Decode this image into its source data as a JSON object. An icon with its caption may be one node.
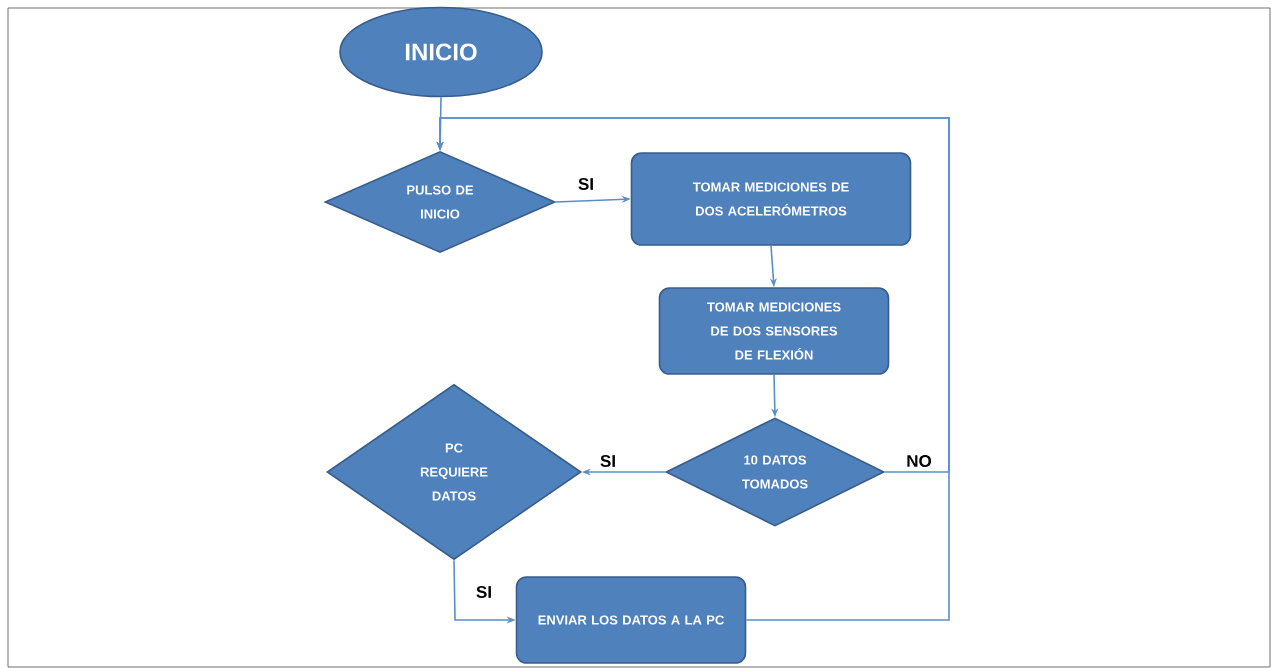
{
  "diagram": {
    "nodes": [
      {
        "text": [
          "INICIO"
        ]
      },
      {
        "text": [
          "PULSO DE INICIO"
        ]
      },
      {
        "text": [
          "TOMAR MEDICIONES DE DOS ACELERÓMETROS"
        ]
      },
      {
        "text": [
          "TOMAR MEDICIONES DE DOS SENSORES DE FLEXIÓN"
        ]
      },
      {
        "text": [
          "10 DATOS TOMADOS"
        ]
      },
      {
        "text": [
          "PC REQUIERE DATOS"
        ]
      },
      {
        "text": [
          "ENVIAR LOS DATOS A LA PC"
        ]
      }
    ],
    "edges": [
      {
        "from": 0,
        "to": 1,
        "arrow": "to"
      },
      {
        "from": 1,
        "to": 2,
        "arrow": "to",
        "label": "SI"
      },
      {
        "from": 2,
        "to": 3,
        "arrow": "to"
      },
      {
        "from": 3,
        "to": 4,
        "arrow": "to"
      },
      {
        "from": 4,
        "to": 5,
        "arrow": "to",
        "label": "SI"
      },
      {
        "from": 4,
        "to": 1,
        "arrow": "to",
        "label": "NO"
      },
      {
        "from": 5,
        "to": 6,
        "arrow": "to",
        "label": "SI"
      },
      {
        "from": 6,
        "to": 1,
        "arrow": "to"
      }
    ]
  }
}
